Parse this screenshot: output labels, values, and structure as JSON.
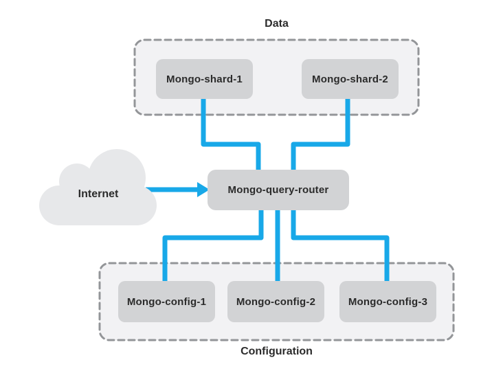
{
  "groups": {
    "data": {
      "label": "Data"
    },
    "config": {
      "label": "Configuration"
    }
  },
  "nodes": {
    "internet": {
      "label": "Internet",
      "icon": "cloud-icon"
    },
    "router": {
      "label": "Mongo-query-router"
    },
    "shard1": {
      "label": "Mongo-shard-1"
    },
    "shard2": {
      "label": "Mongo-shard-2"
    },
    "config1": {
      "label": "Mongo-config-1"
    },
    "config2": {
      "label": "Mongo-config-2"
    },
    "config3": {
      "label": "Mongo-config-3"
    }
  },
  "edges": [
    {
      "from": "Internet",
      "to": "Mongo-query-router",
      "style": "arrow"
    },
    {
      "from": "Mongo-shard-1",
      "to": "Mongo-query-router",
      "style": "line"
    },
    {
      "from": "Mongo-shard-2",
      "to": "Mongo-query-router",
      "style": "line"
    },
    {
      "from": "Mongo-query-router",
      "to": "Mongo-config-1",
      "style": "line"
    },
    {
      "from": "Mongo-query-router",
      "to": "Mongo-config-2",
      "style": "line"
    },
    {
      "from": "Mongo-query-router",
      "to": "Mongo-config-3",
      "style": "line"
    }
  ],
  "colors": {
    "connector": "#18a8e8",
    "node_fill": "#d2d3d5",
    "group_fill": "#f2f2f4",
    "group_border": "#939598",
    "cloud_fill": "#e7e8ea",
    "text": "#2b2b2b"
  }
}
